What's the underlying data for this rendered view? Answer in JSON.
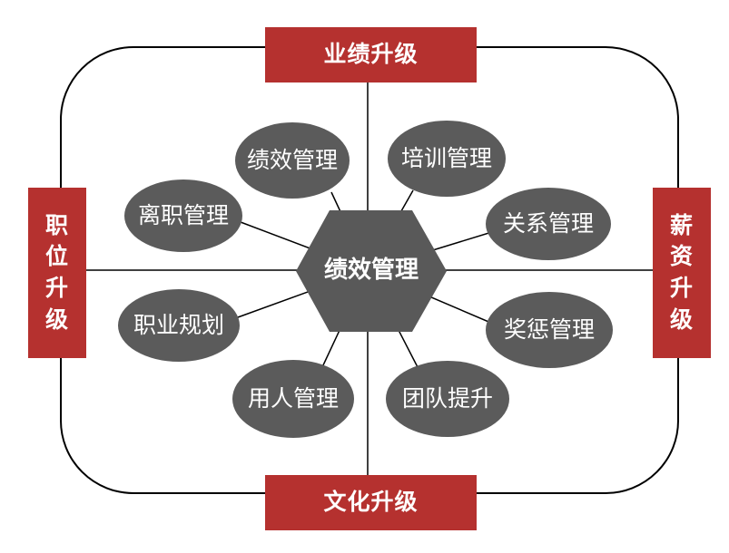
{
  "center": {
    "label": "绩效管理"
  },
  "top_box": {
    "label": "业绩升级"
  },
  "bottom_box": {
    "label": "文化升级"
  },
  "left_box": {
    "chars": [
      "职",
      "位",
      "升",
      "级"
    ]
  },
  "right_box": {
    "chars": [
      "薪",
      "资",
      "升",
      "级"
    ]
  },
  "ovals": [
    {
      "label": "绩效管理"
    },
    {
      "label": "培训管理"
    },
    {
      "label": "离职管理"
    },
    {
      "label": "关系管理"
    },
    {
      "label": "职业规划"
    },
    {
      "label": "奖惩管理"
    },
    {
      "label": "用人管理"
    },
    {
      "label": "团队提升"
    }
  ],
  "colors": {
    "box": "#b5312f",
    "oval": "#5b5b5b",
    "hex": "#595959",
    "line": "#000000"
  }
}
